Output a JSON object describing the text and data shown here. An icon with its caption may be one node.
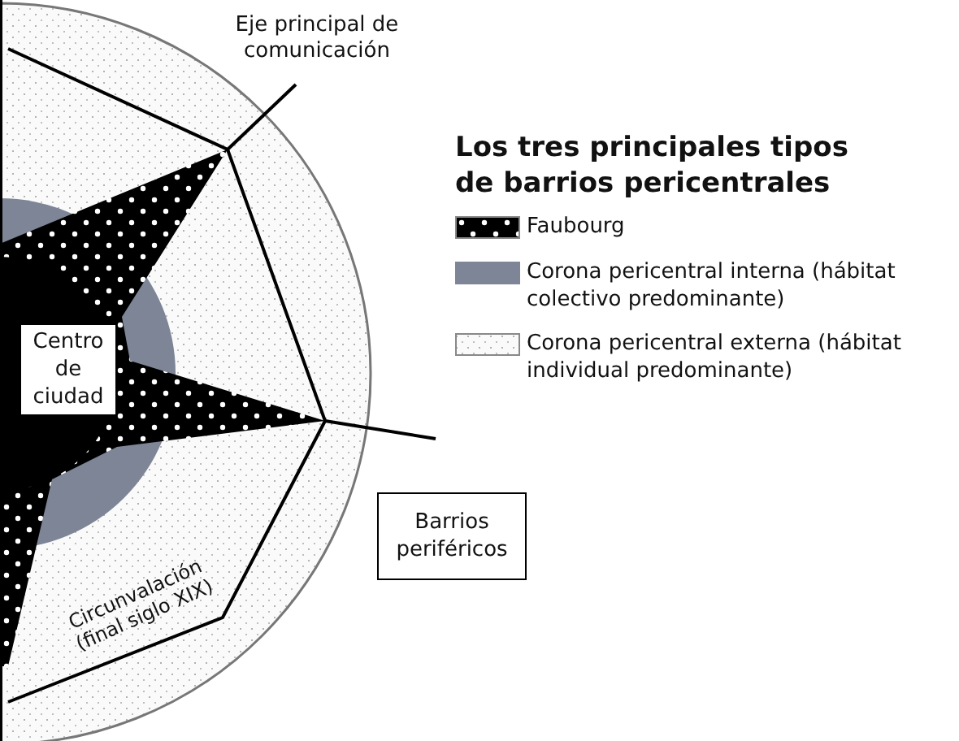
{
  "diagram": {
    "title": "Los tres principales tipos de barrios pericentrales",
    "nodes": [
      {
        "text": [
          "Centro de ciudad"
        ]
      },
      {
        "text": [
          "Barrios periféricos"
        ]
      }
    ],
    "labels": [
      "Eje principal de comunicación",
      "Circunvalación (final siglo XIX)"
    ],
    "legend": [
      {
        "text": "Faubourg"
      },
      {
        "text": "Corona pericentral interna (hábitat colectivo predominante)",
        "color": "#7d8596"
      },
      {
        "text": "Corona pericentral externa (hábitat individual predominante)"
      }
    ]
  }
}
